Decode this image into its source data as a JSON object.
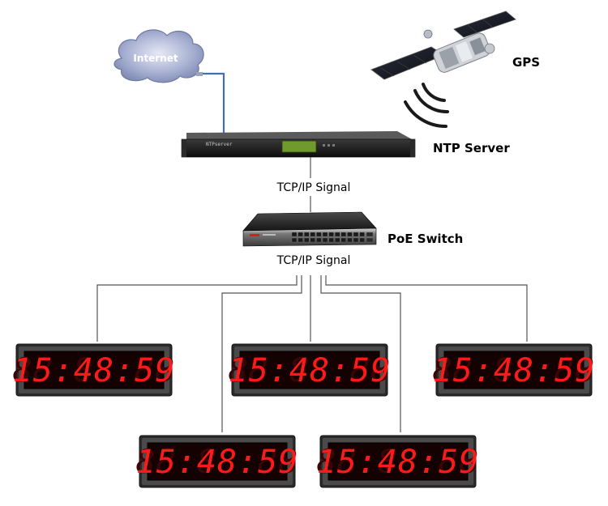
{
  "internet": {
    "label": "Internet"
  },
  "gps": {
    "label": "GPS"
  },
  "ntp_server": {
    "label": "NTP Server",
    "panel_text": "NTPserver"
  },
  "poe_switch": {
    "label": "PoE Switch"
  },
  "signals": {
    "upper": "TCP/IP Signal",
    "lower": "TCP/IP Signal"
  },
  "clocks": [
    {
      "time": "15:48:59"
    },
    {
      "time": "15:48:59"
    },
    {
      "time": "15:48:59"
    },
    {
      "time": "15:48:59"
    },
    {
      "time": "15:48:59"
    }
  ],
  "colors": {
    "digit_red": "#ff1a1a",
    "cloud": "#8f9bc2",
    "cable_blue": "#3f6fb5"
  }
}
